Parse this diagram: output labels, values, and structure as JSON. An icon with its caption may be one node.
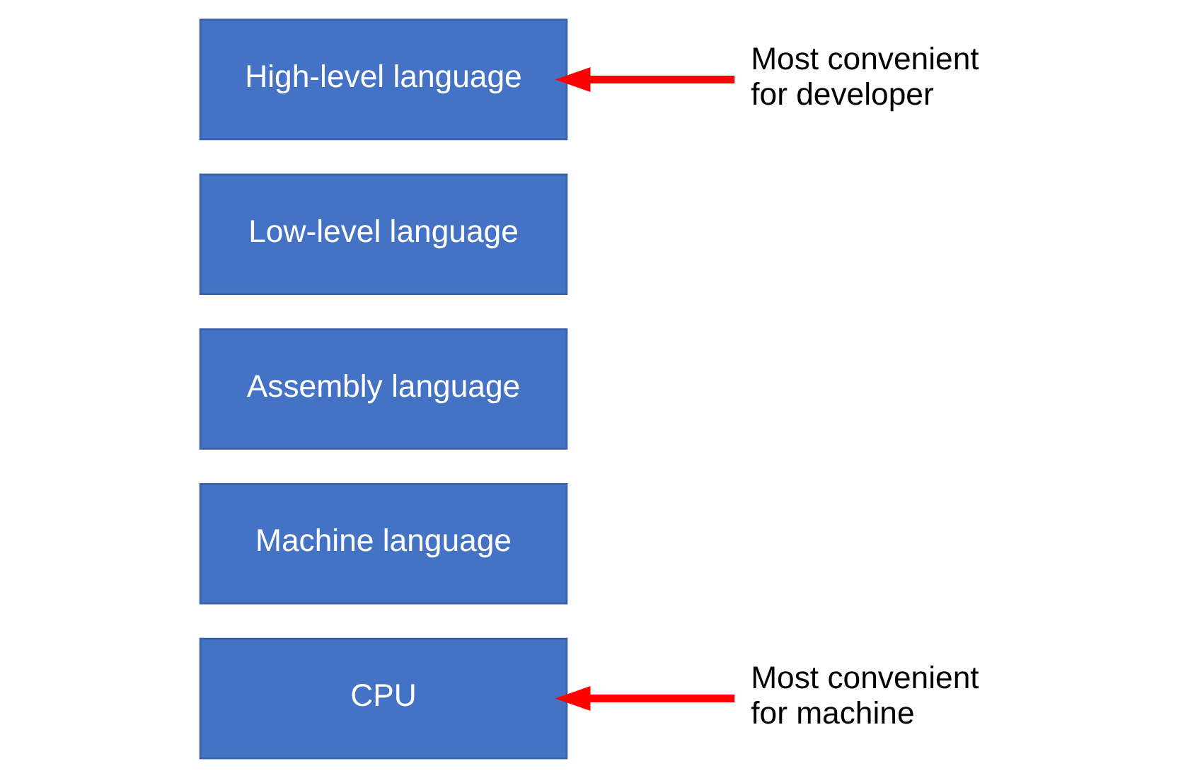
{
  "diagram": {
    "nodes": [
      {
        "text": [
          "High-level language"
        ]
      },
      {
        "text": [
          "Low-level language"
        ]
      },
      {
        "text": [
          "Assembly language"
        ]
      },
      {
        "text": [
          "Machine language"
        ]
      },
      {
        "text": [
          "CPU"
        ]
      },
      {
        "text": [
          "Most convenient for developer"
        ]
      },
      {
        "text": [
          "Most convenient for machine"
        ]
      }
    ],
    "edges": [
      {
        "from": 5,
        "to": 0,
        "arrow": "to"
      },
      {
        "from": 6,
        "to": 4,
        "arrow": "to"
      }
    ]
  }
}
